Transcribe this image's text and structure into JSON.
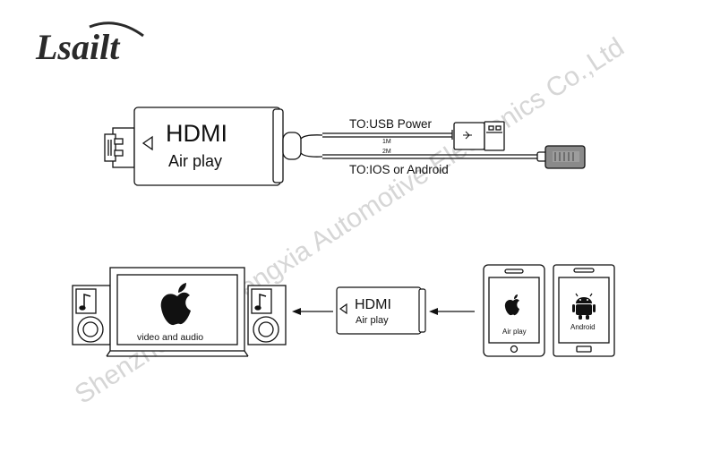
{
  "brand": {
    "logo_text": "Lsailt"
  },
  "watermark": {
    "text": "Shenzhen Xinshengxia Automotive Electronics Co.,Ltd"
  },
  "adapter": {
    "title": "HDMI",
    "subtitle": "Air play"
  },
  "cables": {
    "usb_label": "TO:USB Power",
    "usb_length": "1M",
    "device_label": "TO:IOS or Android",
    "device_length": "2M"
  },
  "flow": {
    "monitor_caption": "video and audio",
    "adapter_title": "HDMI",
    "adapter_subtitle": "Air play",
    "iphone_label": "Air play",
    "android_label": "Android"
  },
  "colors": {
    "line": "#111111",
    "watermark": "#d6d6d6",
    "plug_gray": "#888888"
  }
}
